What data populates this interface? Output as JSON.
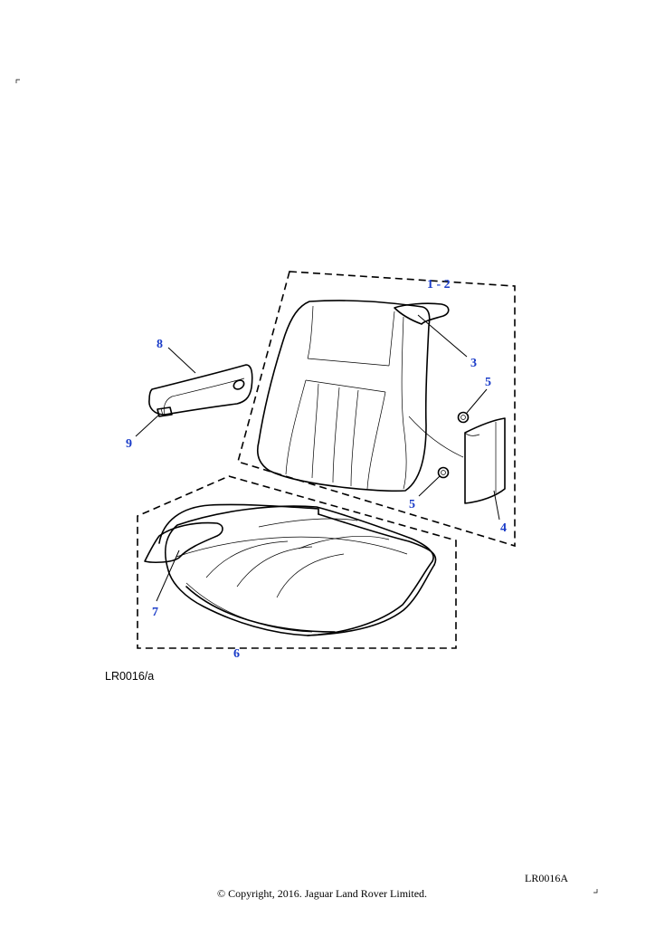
{
  "diagram": {
    "figure_ref": "LR0016/a",
    "callouts": {
      "c12": "1 - 2",
      "c3": "3",
      "c4": "4",
      "c5a": "5",
      "c5b": "5",
      "c6": "6",
      "c7": "7",
      "c8": "8",
      "c9": "9"
    }
  },
  "footer": {
    "copyright": "© Copyright, 2016. Jaguar Land Rover Limited.",
    "ref_code": "LR0016A"
  },
  "colors": {
    "callout": "#1a3cc8",
    "line": "#000000",
    "background": "#ffffff"
  }
}
